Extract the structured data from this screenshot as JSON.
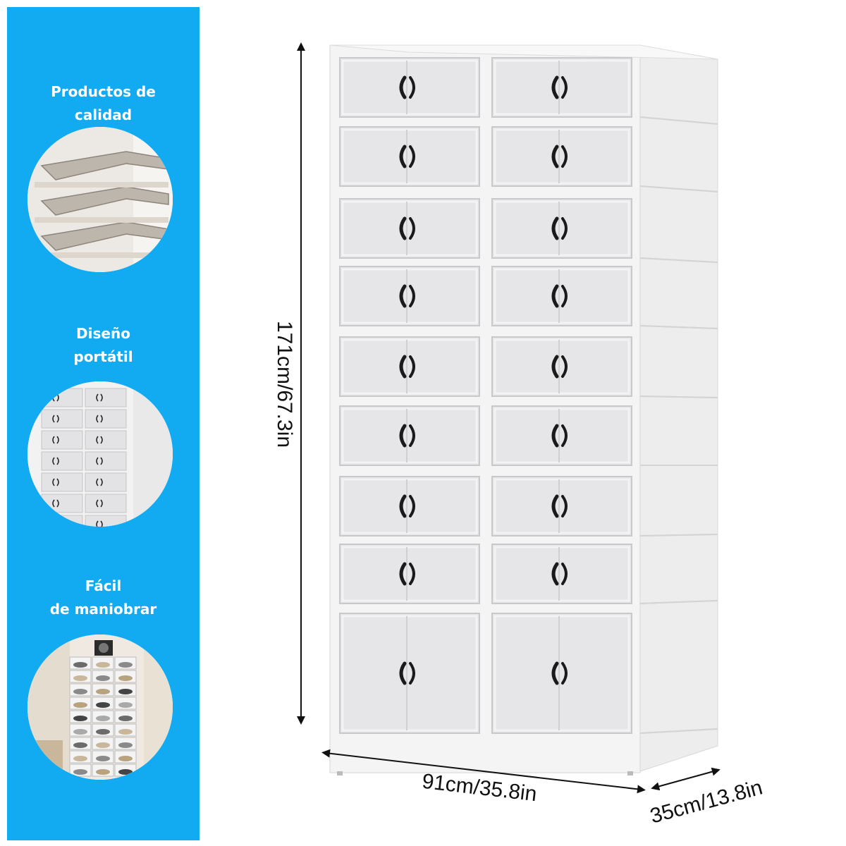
{
  "features": [
    {
      "line1": "Productos de",
      "line2": "calidad",
      "icon": "shelves-angle-photo"
    },
    {
      "line1": "Diseño",
      "line2": "portátil",
      "icon": "cabinet-front-photo"
    },
    {
      "line1": "Fácil",
      "line2": "de maniobrar",
      "icon": "room-shoe-rack-photo"
    }
  ],
  "dimensions": {
    "height": "171cm/67.3in",
    "width": "91cm/35.8in",
    "depth": "35cm/13.8in"
  },
  "colors": {
    "sidebar": "#12aaf0",
    "cabinet_frame": "#f4f4f4",
    "door_glass": "#e6e6e8",
    "handle": "#1a1a1a"
  },
  "cabinet": {
    "rows": 9,
    "columns": 2
  }
}
